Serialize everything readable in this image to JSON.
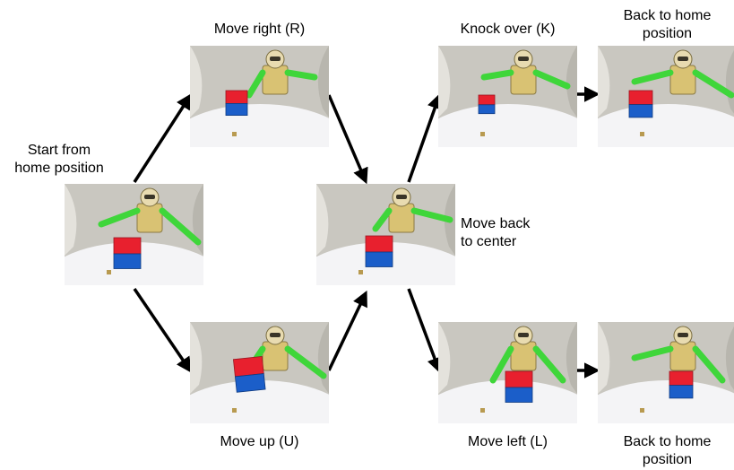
{
  "labels": {
    "start": [
      "Start from",
      "home position"
    ],
    "move_right": "Move right (R)",
    "move_up": "Move up (U)",
    "move_back": [
      "Move back",
      "to center"
    ],
    "knock_over": "Knock over (K)",
    "move_left": "Move left (L)",
    "back_home_top": [
      "Back to home",
      "position"
    ],
    "back_home_bottom": [
      "Back to home",
      "position"
    ]
  },
  "colors": {
    "block_red": "#e8202e",
    "block_blue": "#1b5ec9",
    "arm_green": "#3fd63a",
    "robot_body": "#d9c273",
    "arrow": "#000000"
  }
}
